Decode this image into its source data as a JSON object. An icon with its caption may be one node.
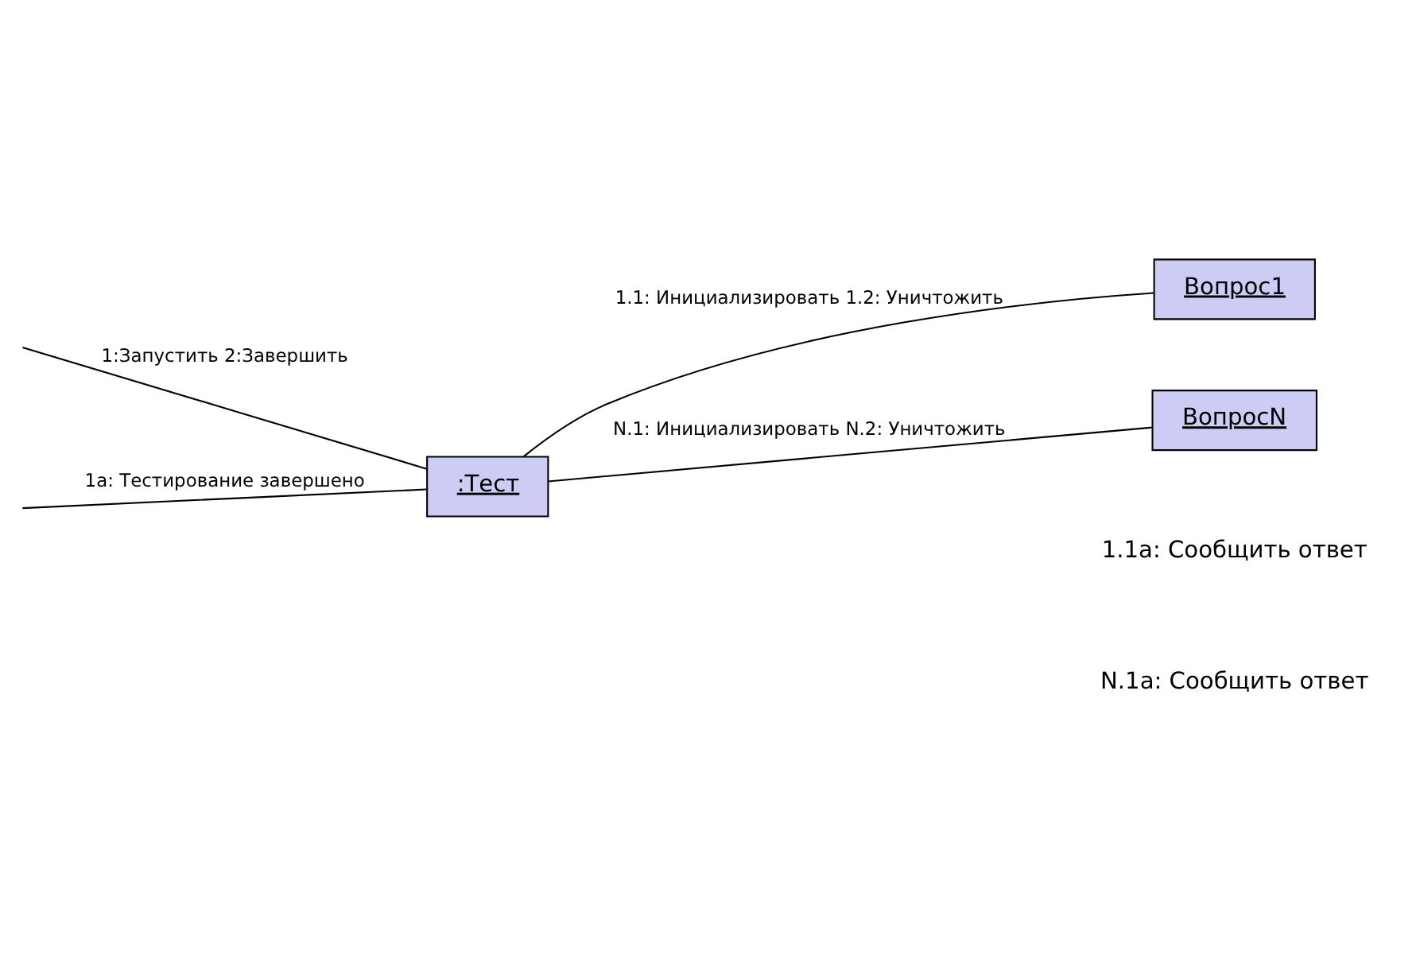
{
  "diagram": {
    "nodes": [
      {
        "text": [
          ":Тест"
        ]
      },
      {
        "text": [
          "Вопрос1"
        ]
      },
      {
        "text": [
          "ВопросN"
        ]
      }
    ],
    "edges": [
      {
        "from": null,
        "to": 0,
        "arrow": "none",
        "label": "1:Запустить 2:Завершить"
      },
      {
        "from": 0,
        "to": null,
        "arrow": "none",
        "label": "1а: Тестирование завершено"
      },
      {
        "from": 0,
        "to": 1,
        "arrow": "none",
        "label": "1.1: Инициализировать 1.2: Уничтожить"
      },
      {
        "from": 0,
        "to": 2,
        "arrow": "none",
        "label": "N.1: Инициализировать N.2: Уничтожить"
      }
    ],
    "labels": [
      "1.1а: Сообщить ответ",
      "N.1а: Сообщить ответ"
    ]
  }
}
